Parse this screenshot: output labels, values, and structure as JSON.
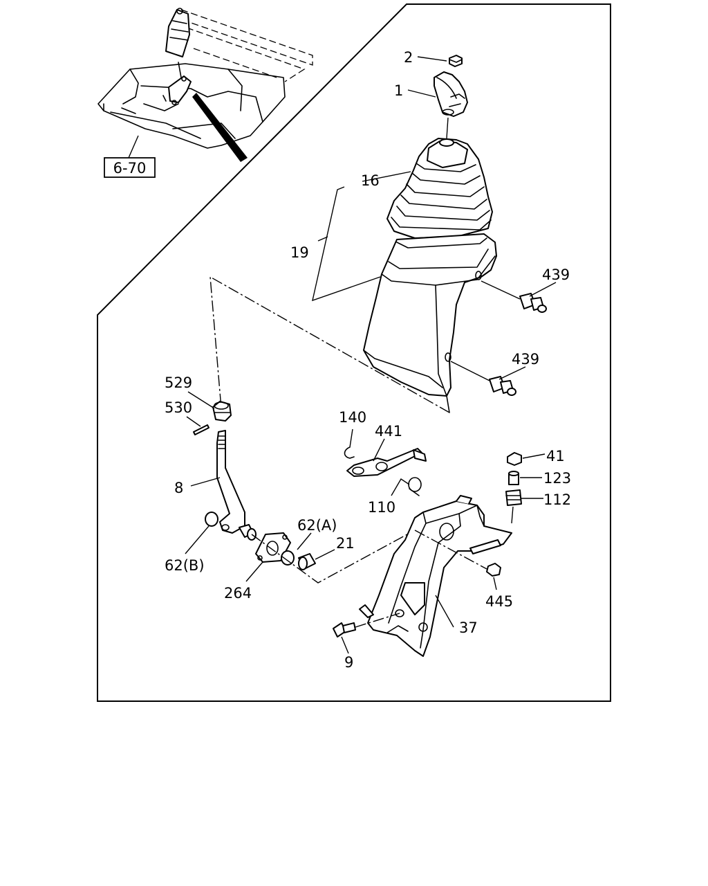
{
  "reference_box": "6-70",
  "labels": {
    "p2": "2",
    "p1": "1",
    "p16": "16",
    "p19": "19",
    "p439a": "439",
    "p439b": "439",
    "p529": "529",
    "p530": "530",
    "p140": "140",
    "p441": "441",
    "p41": "41",
    "p123": "123",
    "p112": "112",
    "p8": "8",
    "p110": "110",
    "p62a": "62(A)",
    "p21": "21",
    "p62b": "62(B)",
    "p264": "264",
    "p445": "445",
    "p37": "37",
    "p9": "9"
  }
}
